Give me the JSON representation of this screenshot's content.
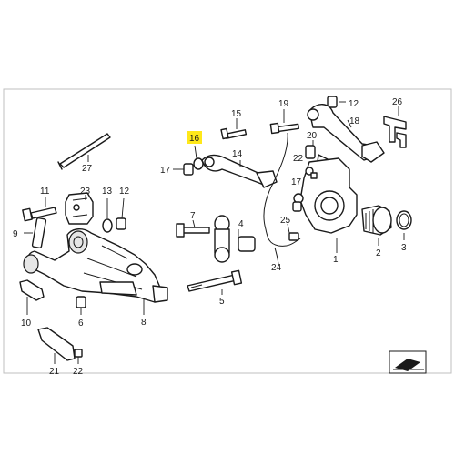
{
  "diagram": {
    "highlight_color": "#ffe81a",
    "callouts": [
      {
        "id": "c19",
        "text": "19"
      },
      {
        "id": "c12a",
        "text": "12"
      },
      {
        "id": "c26",
        "text": "26"
      },
      {
        "id": "c15",
        "text": "15"
      },
      {
        "id": "c16",
        "text": "16",
        "highlighted": true
      },
      {
        "id": "c18",
        "text": "18"
      },
      {
        "id": "c14",
        "text": "14"
      },
      {
        "id": "c20",
        "text": "20"
      },
      {
        "id": "c17a",
        "text": "17"
      },
      {
        "id": "c22",
        "text": "22"
      },
      {
        "id": "c27",
        "text": "27"
      },
      {
        "id": "c11",
        "text": "11"
      },
      {
        "id": "c23",
        "text": "23"
      },
      {
        "id": "c13",
        "text": "13"
      },
      {
        "id": "c12b",
        "text": "12"
      },
      {
        "id": "c17b",
        "text": "17"
      },
      {
        "id": "c25",
        "text": "25"
      },
      {
        "id": "c7",
        "text": "7"
      },
      {
        "id": "c4",
        "text": "4"
      },
      {
        "id": "c9",
        "text": "9"
      },
      {
        "id": "c2",
        "text": "2"
      },
      {
        "id": "c3",
        "text": "3"
      },
      {
        "id": "c1",
        "text": "1"
      },
      {
        "id": "c24",
        "text": "24"
      },
      {
        "id": "c5",
        "text": "5"
      },
      {
        "id": "c10",
        "text": "10"
      },
      {
        "id": "c6",
        "text": "6"
      },
      {
        "id": "c8",
        "text": "8"
      },
      {
        "id": "c21",
        "text": "21"
      },
      {
        "id": "c22b",
        "text": "22"
      }
    ]
  }
}
